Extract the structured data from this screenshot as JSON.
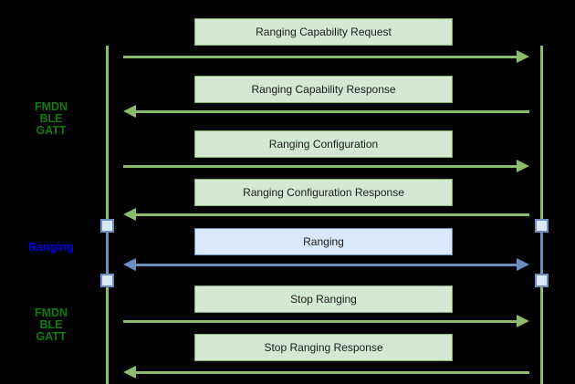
{
  "diagram": {
    "title": "FMDN ranging sequence diagram",
    "background_color": "#000000",
    "phases": [
      {
        "id": "phase-gatt-top",
        "lines": [
          "FMDN",
          "BLE",
          "GATT"
        ],
        "color": "#117a11"
      },
      {
        "id": "phase-ranging",
        "lines": [
          "Ranging"
        ],
        "color": "#0000ee"
      },
      {
        "id": "phase-gatt-bottom",
        "lines": [
          "FMDN",
          "BLE",
          "GATT"
        ],
        "color": "#117a11"
      }
    ],
    "messages": [
      {
        "label": "Ranging Capability Request",
        "direction": "right",
        "style": "green"
      },
      {
        "label": "Ranging Capability Response",
        "direction": "left",
        "style": "green"
      },
      {
        "label": "Ranging Configuration",
        "direction": "right",
        "style": "green"
      },
      {
        "label": "Ranging Configuration Response",
        "direction": "left",
        "style": "green"
      },
      {
        "label": "Ranging",
        "direction": "both",
        "style": "blue"
      },
      {
        "label": "Stop Ranging",
        "direction": "right",
        "style": "green"
      },
      {
        "label": "Stop Ranging Response",
        "direction": "left",
        "style": "green"
      }
    ],
    "colors": {
      "lifeline_green": "#8cbb6e",
      "lifeline_blue": "#6c8ebf",
      "box_green_fill": "#d5e8d4",
      "box_green_border": "#82b366",
      "box_blue_fill": "#dae8fc",
      "box_blue_border": "#6c8ebf",
      "arrow_green": "#8cbb6e",
      "arrow_blue": "#6c8ebf",
      "phase_label_green": "#117a11",
      "phase_label_blue": "#0000ee",
      "box_text": "#1b1b1b"
    }
  }
}
